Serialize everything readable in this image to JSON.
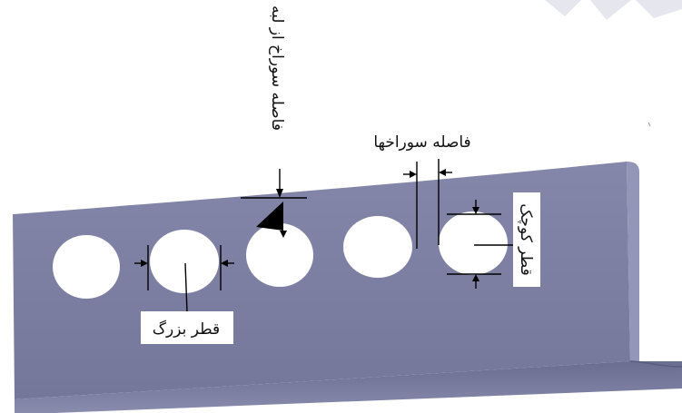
{
  "labels": {
    "hole_edge_distance": "فاصله سوراخ از لبه",
    "hole_spacing": "فاصله سوراخها",
    "small_diameter": "قطر کوچک",
    "large_diameter": "قطر بزرگ"
  },
  "colors": {
    "angle_face": "#7e80a4",
    "angle_shadow": "#5c5e82",
    "angle_light": "#9a9cbd",
    "holes": "#ffffff",
    "dimension_lines": "#000000",
    "watermark": "#e4e4ec"
  }
}
